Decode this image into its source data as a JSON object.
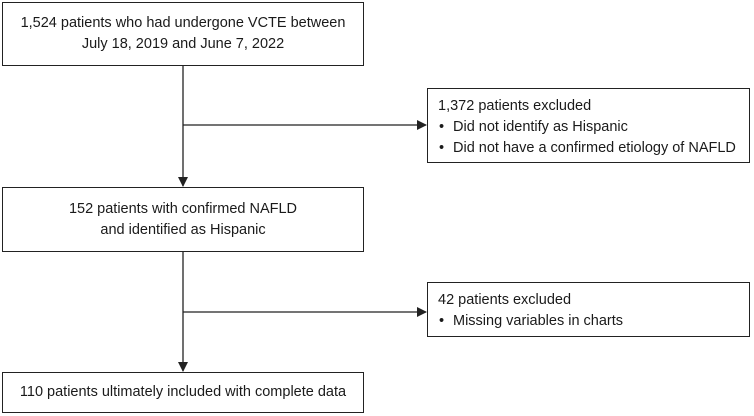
{
  "flowchart": {
    "steps": [
      {
        "lines": [
          "1,524 patients who had undergone VCTE between",
          "July 18, 2019 and June 7, 2022"
        ]
      },
      {
        "lines": [
          "152 patients with confirmed NAFLD",
          "and identified as Hispanic"
        ]
      },
      {
        "lines": [
          "110 patients ultimately included with complete data"
        ]
      }
    ],
    "exclusions": [
      {
        "title": "1,372 patients excluded",
        "reasons": [
          "Did not identify as Hispanic",
          "Did not have a confirmed etiology of NAFLD"
        ]
      },
      {
        "title": "42 patients excluded",
        "reasons": [
          "Missing variables in charts"
        ]
      }
    ]
  }
}
